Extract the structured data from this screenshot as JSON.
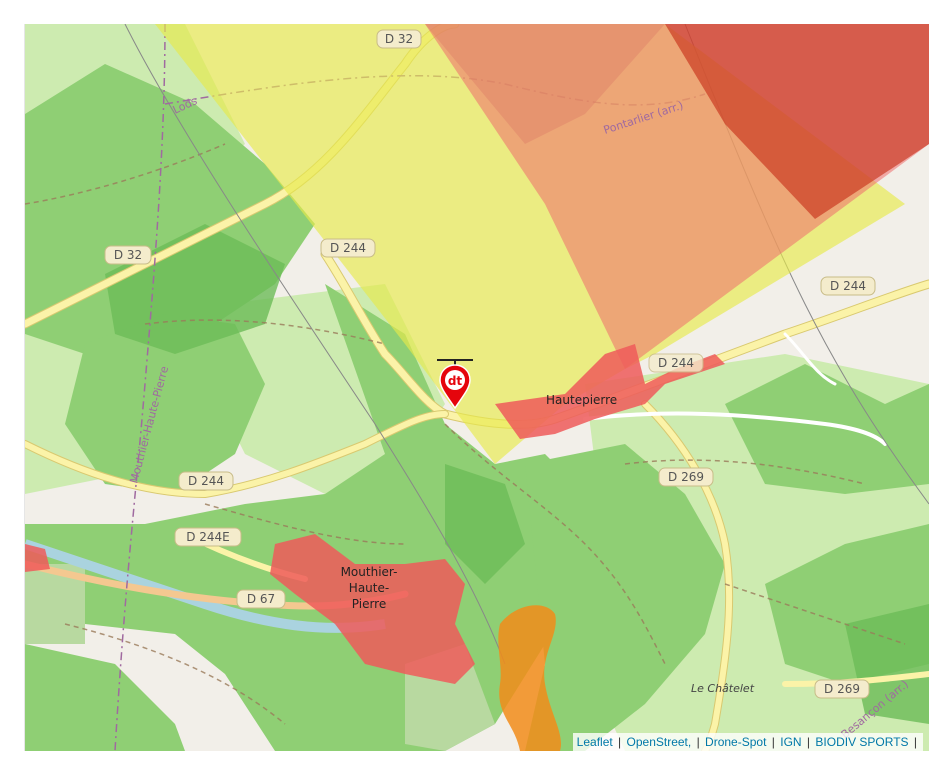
{
  "map": {
    "road_labels": [
      "D 32",
      "D 32",
      "D 244",
      "D 244",
      "D 244",
      "D 244",
      "D 244E",
      "D 67",
      "D 269",
      "D 269"
    ],
    "place_labels": {
      "hautepierre": "Hautepierre",
      "mouthier_line1": "Mouthier-",
      "mouthier_line2": "Haute-",
      "mouthier_line3": "Pierre",
      "le_chatelet": "Le Châtelet"
    },
    "line_labels": {
      "lods": "Lods",
      "mouthier_haute_pierre": "Mouthier-Haute-Pierre",
      "pontarlier": "Pontarlier (arr.)",
      "besancon": "Besançon (arr.)"
    },
    "colors": {
      "forest": "#8fcf74",
      "forest_dark": "#6cbb57",
      "meadow": "#cdebb0",
      "background": "#f2efe9",
      "road": "#fbf3a8",
      "zone_yellow": "#e6ea4c",
      "zone_red": "#ef6d6d",
      "zone_darkred": "#c8321c",
      "zone_orange": "#f28c1a",
      "marker": "#e5050c"
    },
    "marker": {
      "icon": "drone-spot-pin-icon",
      "text": "dt"
    }
  },
  "attribution": {
    "leaflet": "Leaflet",
    "openstreet": "OpenStreet,",
    "drone_spot": "Drone-Spot",
    "ign": "IGN",
    "biodiv": "BIODIV SPORTS",
    "separator": "|"
  }
}
